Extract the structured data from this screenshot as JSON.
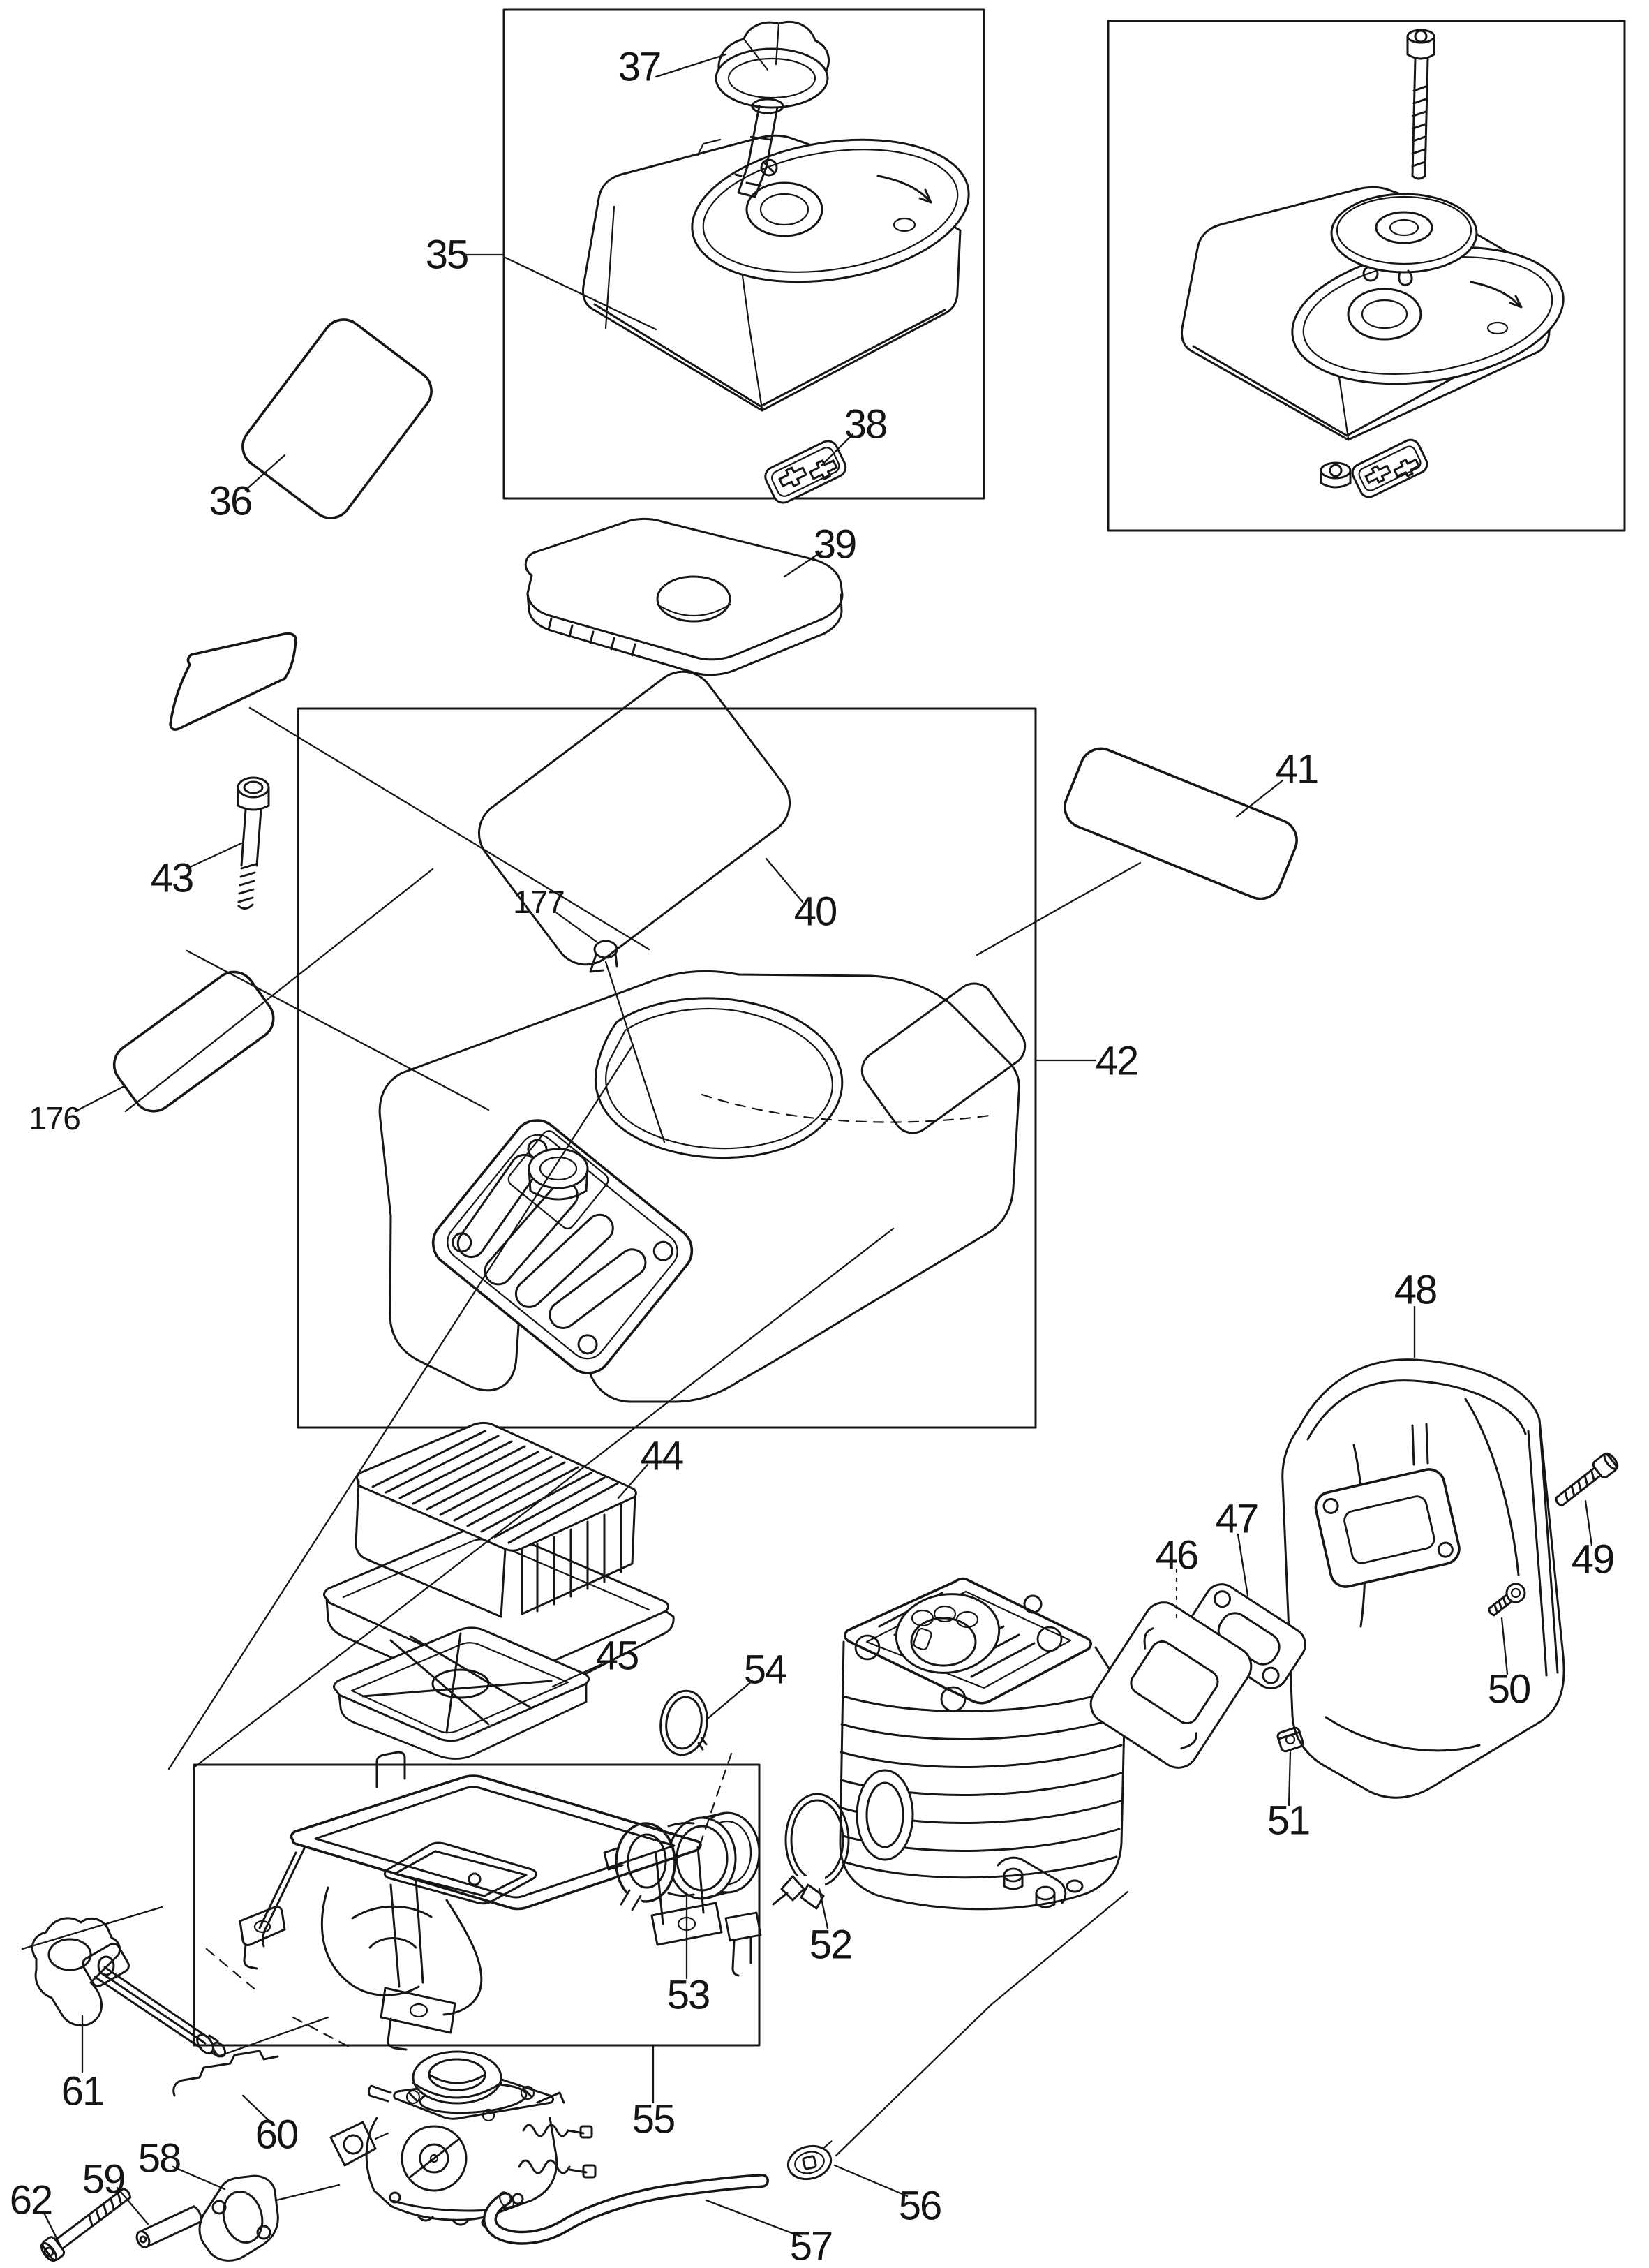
{
  "diagram": {
    "type": "exploded-parts-diagram",
    "colors": {
      "line": "#161616",
      "background": "#ffffff"
    },
    "parts": {
      "35": {
        "label": "35"
      },
      "36": {
        "label": "36"
      },
      "37": {
        "label": "37"
      },
      "38": {
        "label": "38"
      },
      "39": {
        "label": "39"
      },
      "40": {
        "label": "40"
      },
      "41": {
        "label": "41"
      },
      "42": {
        "label": "42"
      },
      "43": {
        "label": "43"
      },
      "44": {
        "label": "44"
      },
      "45": {
        "label": "45"
      },
      "46": {
        "label": "46"
      },
      "47": {
        "label": "47"
      },
      "48": {
        "label": "48"
      },
      "49": {
        "label": "49"
      },
      "50": {
        "label": "50"
      },
      "51": {
        "label": "51"
      },
      "52": {
        "label": "52"
      },
      "53": {
        "label": "53"
      },
      "54": {
        "label": "54"
      },
      "55": {
        "label": "55"
      },
      "56": {
        "label": "56"
      },
      "57": {
        "label": "57"
      },
      "58": {
        "label": "58"
      },
      "59": {
        "label": "59"
      },
      "60": {
        "label": "60"
      },
      "61": {
        "label": "61"
      },
      "62": {
        "label": "62"
      },
      "176": {
        "label": "176"
      },
      "177": {
        "label": "177"
      }
    }
  }
}
